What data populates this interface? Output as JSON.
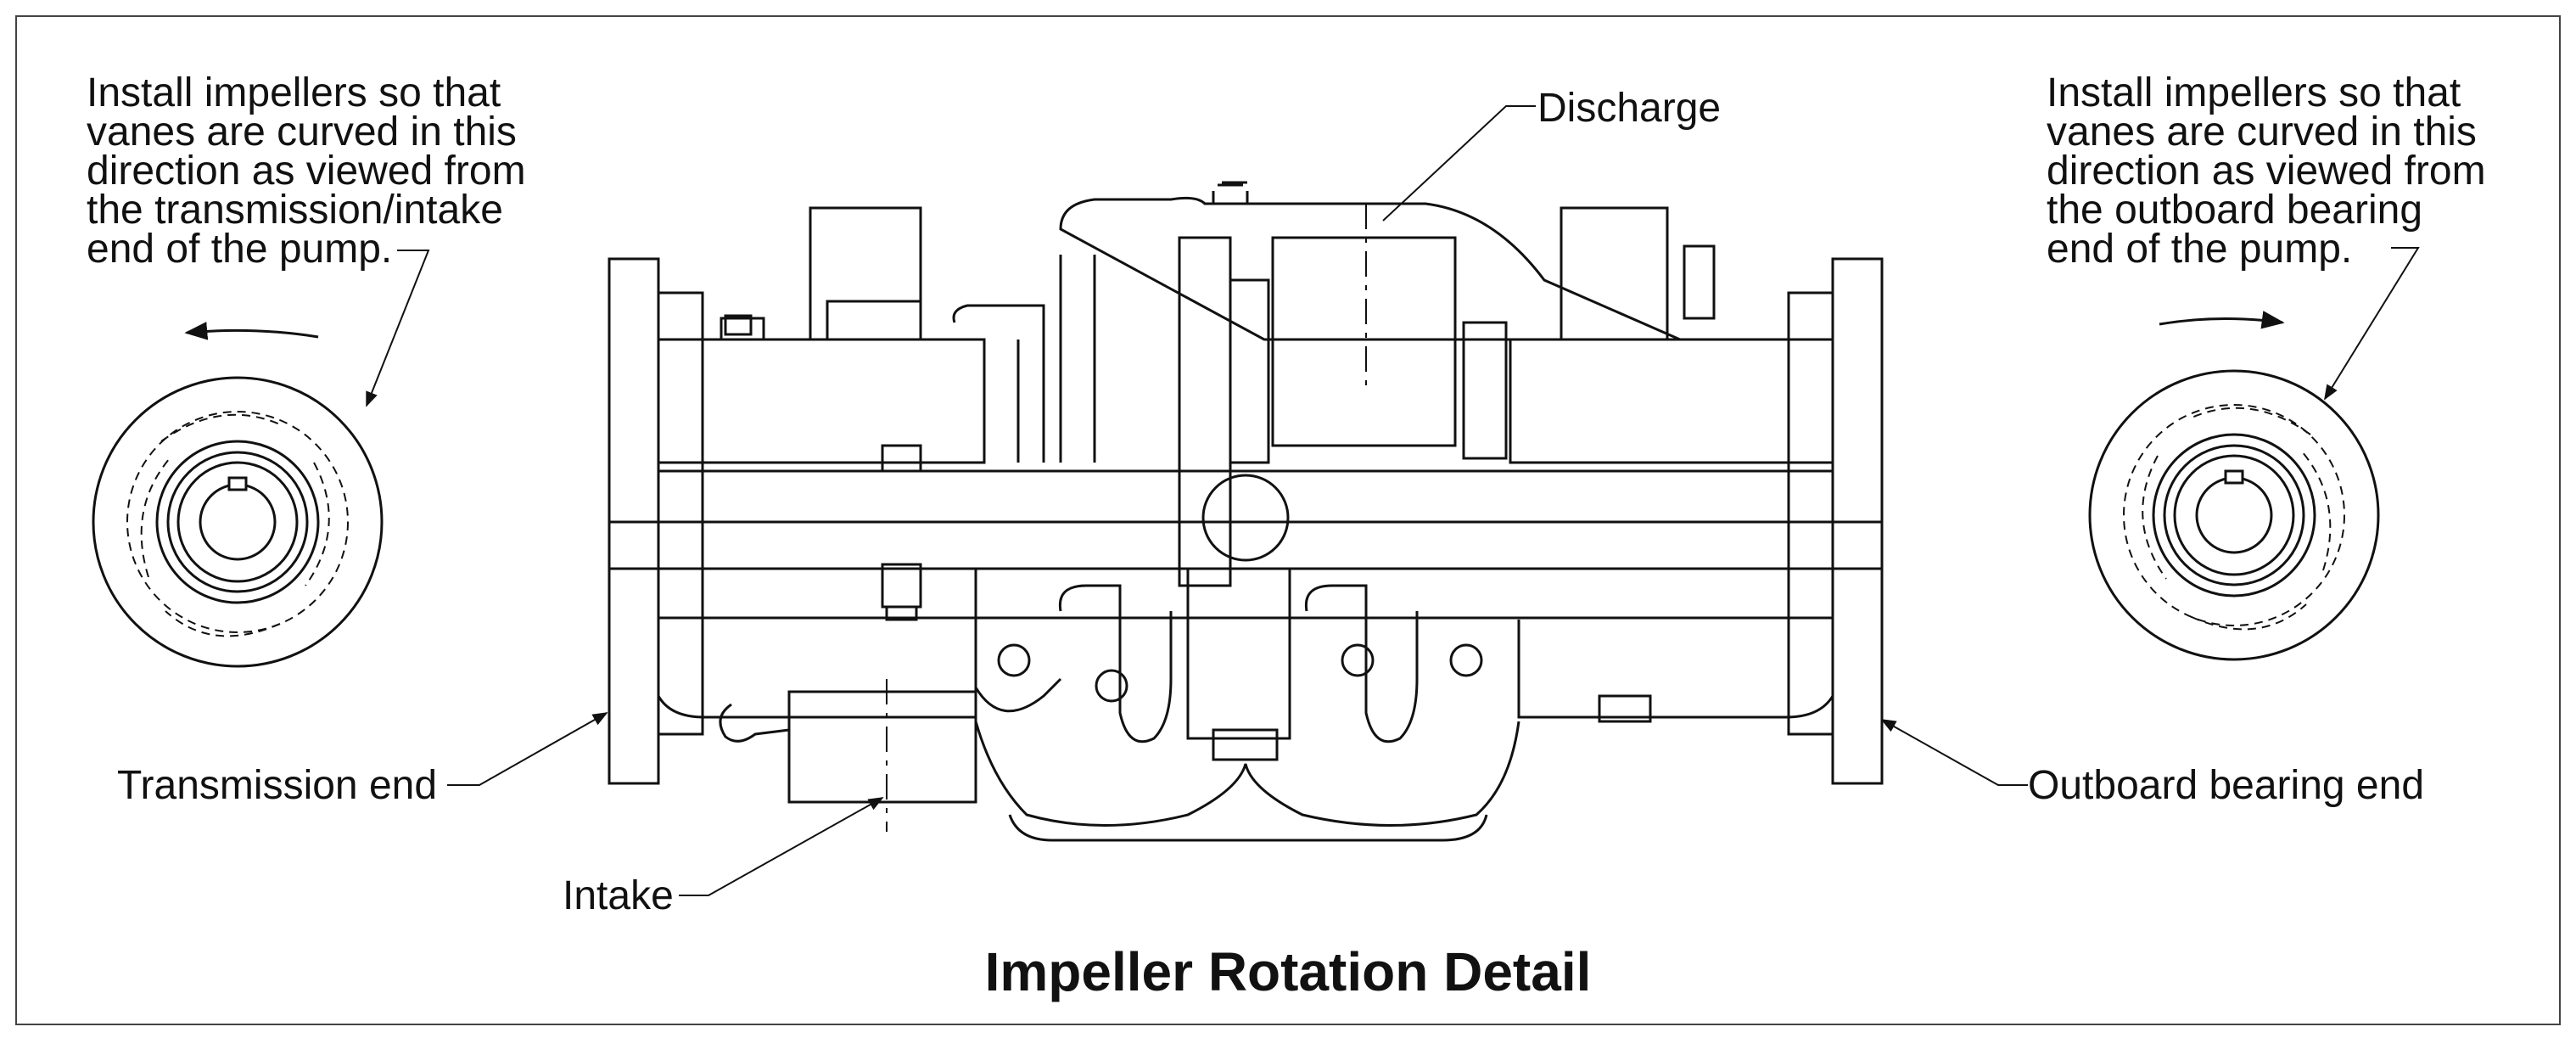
{
  "notes": {
    "left": "Install impellers so that\nvanes are curved in this\ndirection as viewed from\nthe transmission/intake\nend of the pump.",
    "right": "Install impellers so that\nvanes are curved in this\ndirection as viewed from\nthe outboard bearing\nend of the pump."
  },
  "labels": {
    "discharge": "Discharge",
    "transmission_end": "Transmission end",
    "outboard_end": "Outboard bearing end",
    "intake": "Intake"
  },
  "title": "Impeller Rotation Detail"
}
